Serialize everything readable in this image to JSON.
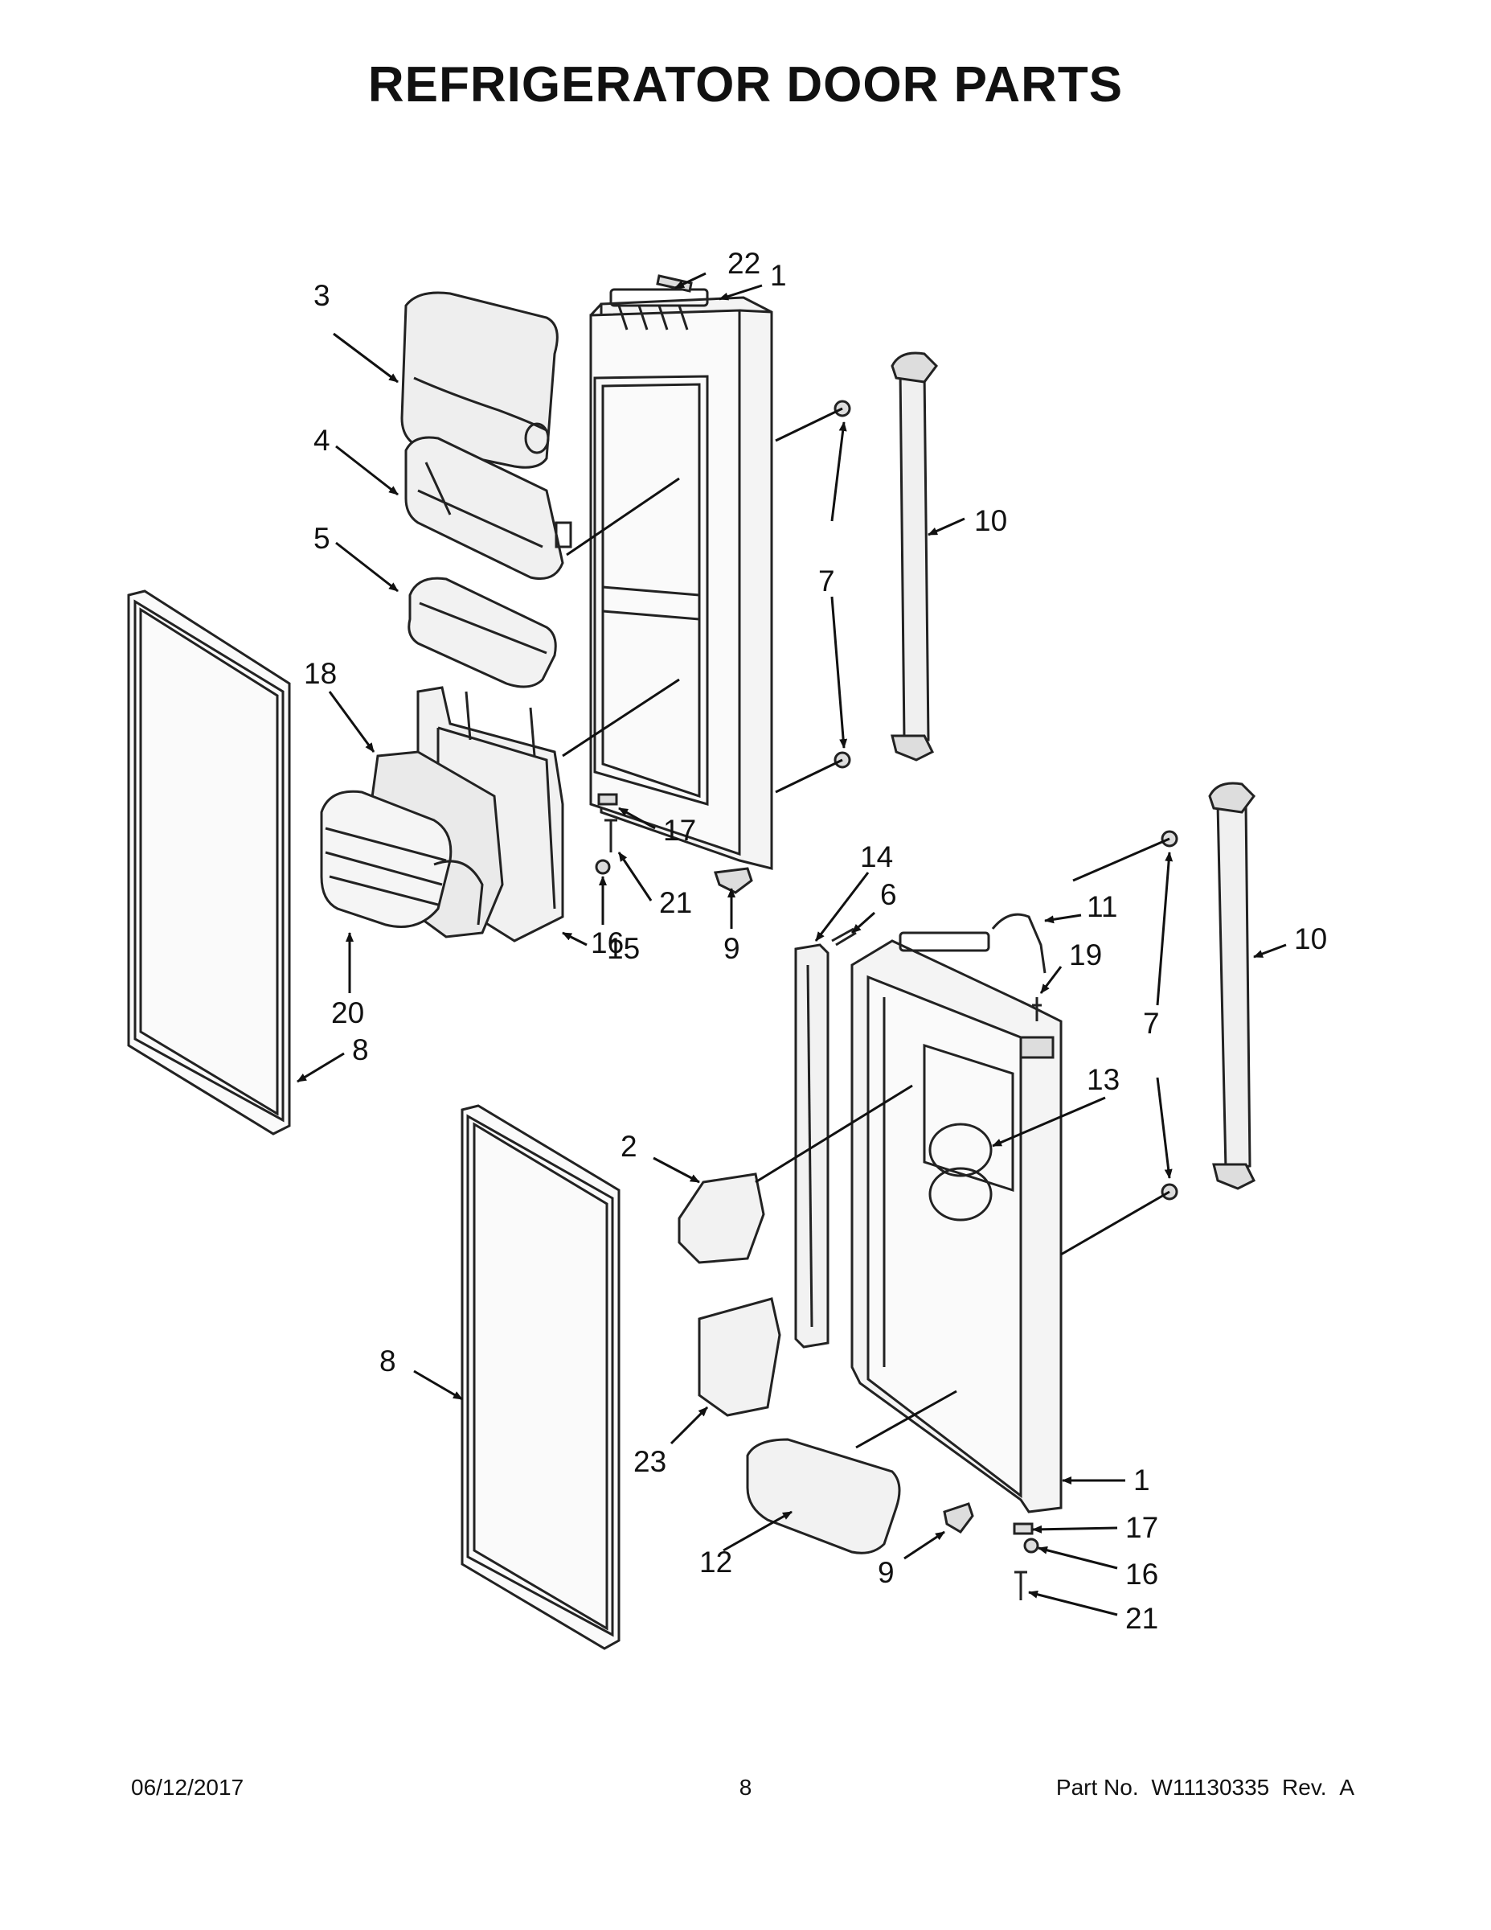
{
  "title": "REFRIGERATOR DOOR PARTS",
  "footer": {
    "date": "06/12/2017",
    "page": "8",
    "part_label": "Part No.",
    "part_no": "W11130335",
    "rev_label": "Rev.",
    "rev": "A"
  },
  "callouts": {
    "c22": "22",
    "c1a": "1",
    "c3": "3",
    "c4": "4",
    "c5": "5",
    "c10a": "10",
    "c7a": "7",
    "c18": "18",
    "c17a": "17",
    "c21a": "21",
    "c16a": "16",
    "c15": "15",
    "c9a": "9",
    "c20": "20",
    "c8a": "8",
    "c14": "14",
    "c6": "6",
    "c11": "11",
    "c19": "19",
    "c10b": "10",
    "c7b": "7",
    "c13": "13",
    "c2": "2",
    "c8b": "8",
    "c23": "23",
    "c12": "12",
    "c9b": "9",
    "c1b": "1",
    "c17b": "17",
    "c16b": "16",
    "c21b": "21"
  }
}
